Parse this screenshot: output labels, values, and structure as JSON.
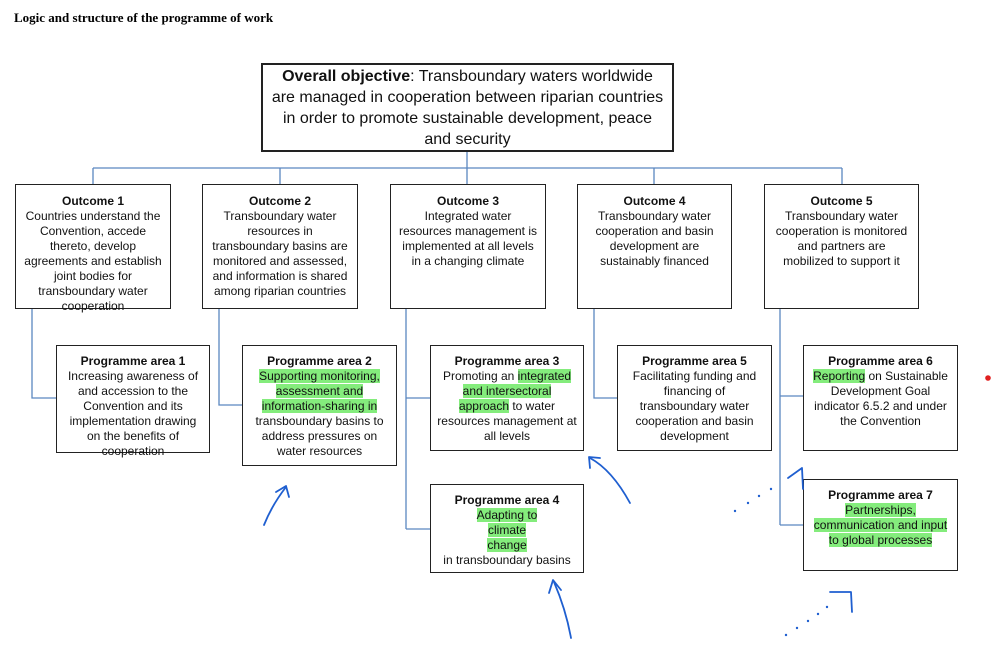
{
  "heading": "Logic and structure of the programme of work",
  "objective": {
    "label": "Overall objective",
    "text": ": Transboundary waters worldwide are managed in cooperation between riparian countries in order to promote sustainable development, peace and security"
  },
  "outcomes": [
    {
      "title": "Outcome 1",
      "text": "Countries understand the Convention, accede thereto, develop agreements and establish joint bodies for transboundary water cooperation"
    },
    {
      "title": "Outcome 2",
      "text": "Transboundary water resources in transboundary basins are monitored and assessed, and information is shared among riparian countries"
    },
    {
      "title": "Outcome 3",
      "text": "Integrated water resources management is implemented at all levels in a changing climate"
    },
    {
      "title": "Outcome 4",
      "text": "Transboundary water cooperation and basin development are sustainably financed"
    },
    {
      "title": "Outcome 5",
      "text": "Transboundary water cooperation is monitored and partners are mobilized to support it"
    }
  ],
  "programme_areas": {
    "pa1": {
      "title": "Programme area 1",
      "text": "Increasing awareness of and accession to the Convention and its implementation drawing on the benefits of cooperation"
    },
    "pa2": {
      "title": "Programme area 2",
      "highlight": "Supporting monitoring, assessment and information-sharing in",
      "text": " transboundary basins to address pressures on water resources"
    },
    "pa3": {
      "title": "Programme area 3",
      "before": "Promoting an ",
      "highlight": "integrated and intersectoral approach",
      "text": " to water resources management at all levels"
    },
    "pa4": {
      "title": "Programme area 4",
      "highlight": "Adapting to climate change",
      "text": " in transboundary basins"
    },
    "pa5": {
      "title": "Programme area 5",
      "text": "Facilitating funding and financing of transboundary water cooperation and basin development"
    },
    "pa6": {
      "title": "Programme area 6",
      "highlight": "Reporting",
      "text": " on Sustainable Development Goal indicator 6.5.2 and under the Convention"
    },
    "pa7": {
      "title": "Programme area 7",
      "highlight": "Partnerships, communication and input to global processes",
      "text": ""
    }
  },
  "colors": {
    "connector": "#5b87c0",
    "highlight": "#84ec7c",
    "ink": "#1f5fd0",
    "dot": "#e02020"
  }
}
